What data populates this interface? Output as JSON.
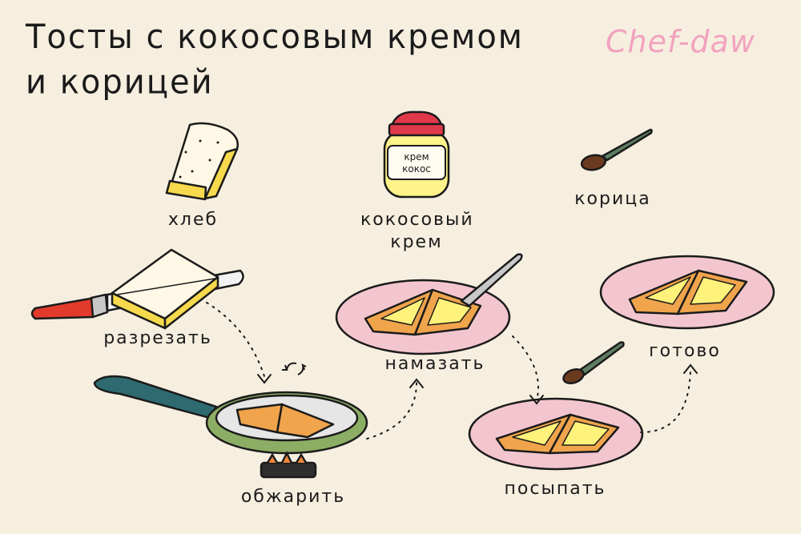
{
  "title_line1": "Тосты с кокосовым кремом",
  "title_line2": "и корицей",
  "brand": "Chef-daw",
  "jar_label_line1": "крем",
  "jar_label_line2": "кокос",
  "labels": {
    "bread": "хлеб",
    "coconut_cream_line1": "кокосовый",
    "coconut_cream_line2": "крем",
    "cinnamon": "корица",
    "cut": "разрезать",
    "spread": "намазать",
    "ready": "готово",
    "fry": "обжарить",
    "sprinkle": "посыпать"
  },
  "colors": {
    "background": "#f6efe0",
    "brand_pink": "#f2a2bf",
    "plate_pink": "#f3c6cf",
    "toast": "#f0a44c",
    "butter": "#fff27a",
    "pan_green": "#8cae64",
    "jar_lid": "#e0394a",
    "knife_handle": "#e23a2b"
  }
}
